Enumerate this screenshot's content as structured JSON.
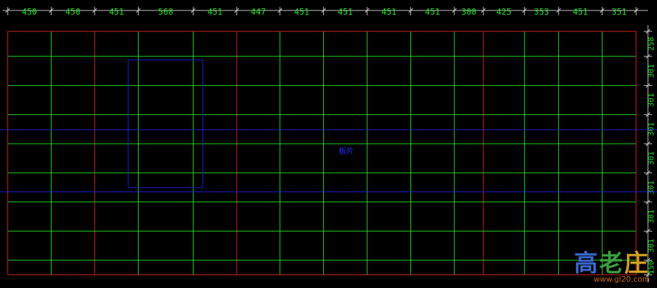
{
  "drawing": {
    "column_dims": [
      "450",
      "450",
      "451",
      "568",
      "451",
      "447",
      "451",
      "451",
      "451",
      "451",
      "300",
      "425",
      "353",
      "451",
      "351"
    ],
    "row_dims": [
      "258",
      "301",
      "301",
      "301",
      "301",
      "301",
      "301",
      "301",
      "150"
    ],
    "center_label": "板片",
    "colors": {
      "background": "#000000",
      "grid_green": "#22d822",
      "grid_red": "#d42020",
      "frame_red": "#e02020",
      "band_blue": "#2020e0",
      "dim_text": "#22e022",
      "dim_line": "#c8c8c8"
    }
  },
  "watermark": {
    "chars": [
      "高",
      "老",
      "庄"
    ],
    "url": "www.gl20.com"
  }
}
